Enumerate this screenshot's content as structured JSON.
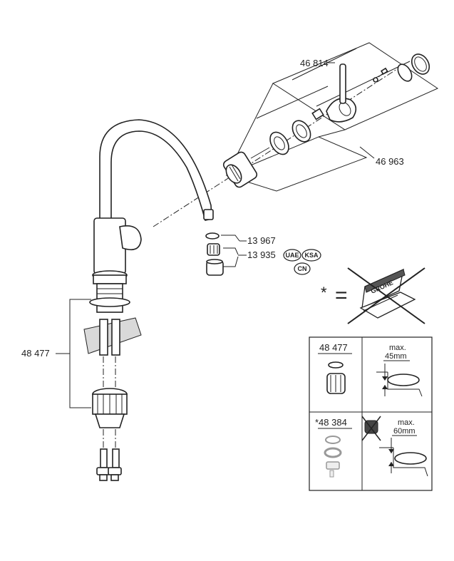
{
  "labels": {
    "cartridge_set": "46 814",
    "handle_set": "46 963",
    "o_ring": "13 967",
    "aerator": "13 935",
    "hose_set": "48 477",
    "asterisk": "*",
    "equals": "="
  },
  "badges": [
    "UAE",
    "KSA",
    "CN"
  ],
  "logo_text": "GROHE",
  "table": {
    "top_left_label": "48 477",
    "top_right_max": "max.",
    "top_right_dim": "45mm",
    "bottom_left_label": "*48 384",
    "bottom_right_max": "max.",
    "bottom_right_dim": "60mm"
  }
}
